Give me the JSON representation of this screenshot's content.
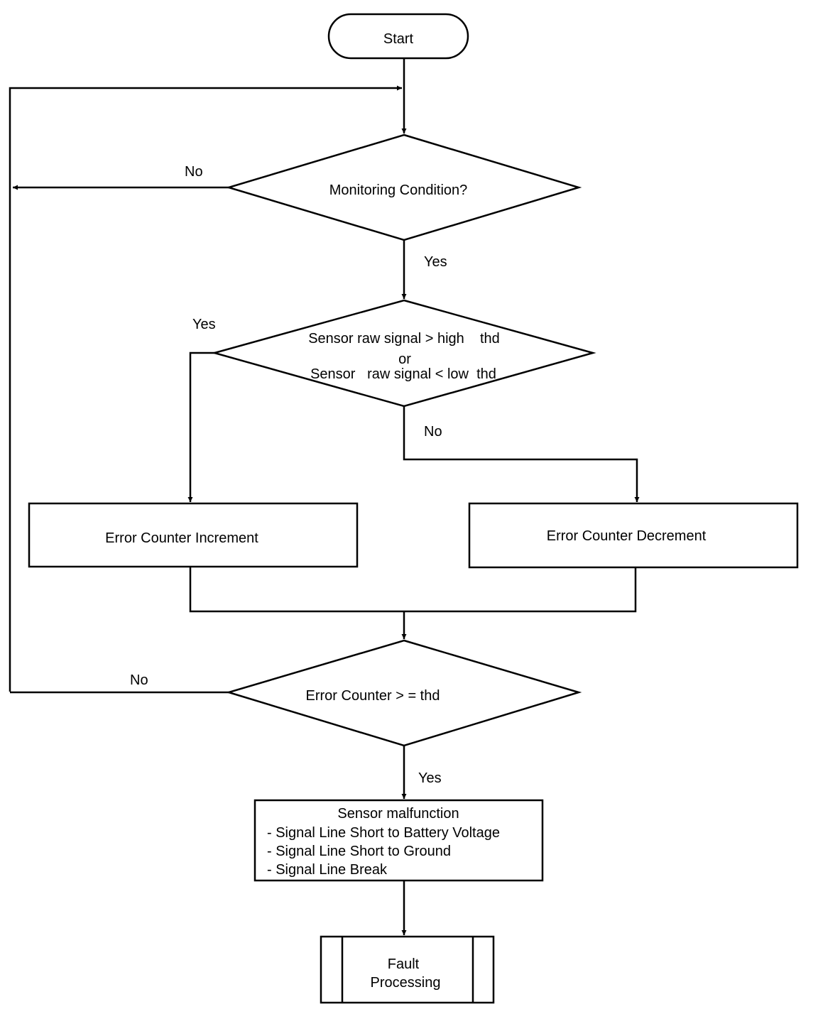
{
  "nodes": {
    "start": "Start",
    "monitoring": "Monitoring Condition?",
    "signal_check": {
      "line1": "Sensor raw signal > high    thd",
      "line2": "or",
      "line3": "Sensor   raw signal < low  thd"
    },
    "increment": "Error Counter Increment",
    "decrement": "Error Counter Decrement",
    "counter_check": "Error Counter > = thd",
    "malfunction": {
      "title": "Sensor malfunction",
      "items": [
        "- Signal Line Short to Battery Voltage",
        "- Signal Line Short to Ground",
        "- Signal Line Break"
      ]
    },
    "fault": {
      "line1": "Fault",
      "line2": "Processing"
    }
  },
  "edges": {
    "monitoring_no": "No",
    "monitoring_yes": "Yes",
    "signal_yes": "Yes",
    "signal_no": "No",
    "counter_no": "No",
    "counter_yes": "Yes"
  }
}
